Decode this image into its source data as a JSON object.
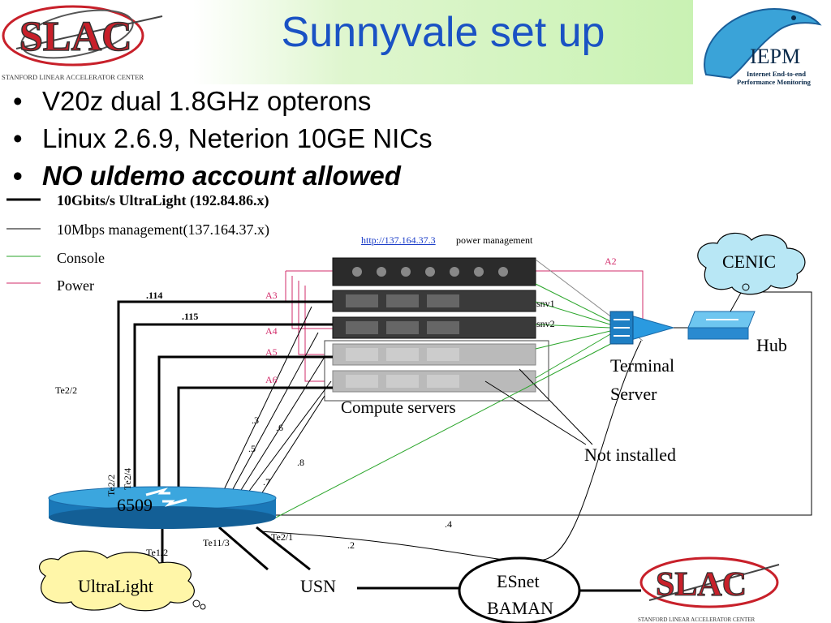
{
  "header": {
    "title": "Sunnyvale set up",
    "left_logo": {
      "text": "SLAC",
      "subtitle": "STANFORD LINEAR ACCELERATOR CENTER"
    },
    "right_logo": {
      "text": "IEPM",
      "subtitle_line1": "Internet End-to-end",
      "subtitle_line2": "Performance Monitoring"
    }
  },
  "bullets": [
    {
      "text": "V20z dual 1.8GHz opterons",
      "emphasis": false
    },
    {
      "text": "Linux 2.6.9, Neterion 10GE NICs",
      "emphasis": false
    },
    {
      "text": "NO uldemo account allowed",
      "emphasis": true
    }
  ],
  "legend": [
    {
      "label": "10Gbits/s UltraLight (192.84.86.x)",
      "color": "#000000",
      "bold": true
    },
    {
      "label": "10Mbps management(137.164.37.x)",
      "color": "#000000",
      "bold": false
    },
    {
      "label": "Console",
      "color": "#2aa52a",
      "bold": false
    },
    {
      "label": "Power",
      "color": "#d22b6a",
      "bold": false
    }
  ],
  "diagram": {
    "power_mgmt_link": "http://137.164.37.3",
    "power_mgmt_text": "power management",
    "power_labels": [
      "A2",
      "A3",
      "A4",
      "A5",
      "A6"
    ],
    "host_addrs": [
      ".114",
      ".115"
    ],
    "server_names": [
      "snv1",
      "snv2"
    ],
    "compute_label": "Compute servers",
    "not_installed": "Not installed",
    "terminal_server_line1": "Terminal",
    "terminal_server_line2": "Server",
    "hub_label": "Hub",
    "cenic_label": "CENIC",
    "router_label": "6509",
    "port_labels": {
      "te2_2_left": "Te2/2",
      "te2_2_vert": "Te2/2",
      "te2_4_vert": "Te2/4",
      "te11_3": "Te11/3",
      "te2_1": "Te2/1",
      "te1_2": "Te1/2"
    },
    "mgmt_addrs": [
      ".3",
      ".6",
      ".5",
      ".8",
      ".7",
      ".4",
      ".2"
    ],
    "ultralight_label": "UltraLight",
    "usn_label": "USN",
    "esnet_line1": "ESnet",
    "esnet_line2": "BAMAN"
  },
  "colors": {
    "title": "#1a52c4",
    "console": "#2aa52a",
    "power": "#d22b6a",
    "slac_red": "#c8202a",
    "cenic_fill": "#b8e7f5",
    "ultralight_fill": "#fff6a8",
    "router": "#1e88c8"
  }
}
